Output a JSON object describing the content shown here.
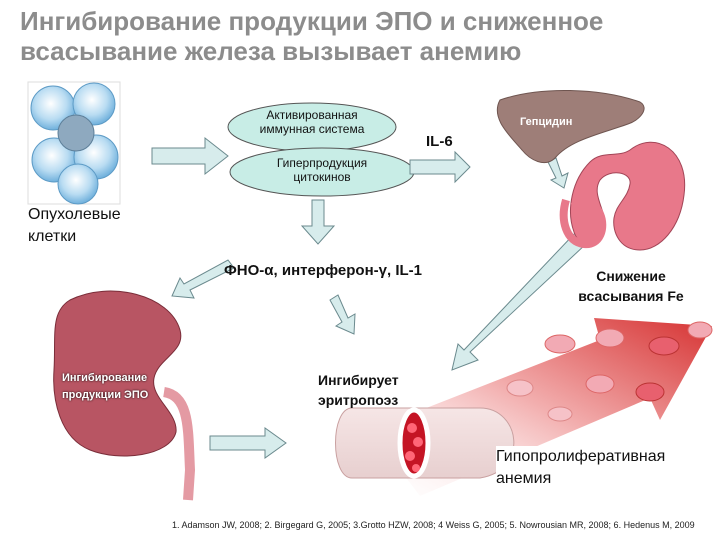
{
  "title": "Ингибирование продукции ЭПО и сниженное всасывание железа вызывает анемию",
  "labels": {
    "immune_system": "Активированная иммунная система",
    "cytokine_overproduction": "Гиперпродукция цитокинов",
    "il6": "IL-6",
    "hepcidin": "Гепцидин",
    "tumor_cells": "Опухолевые клетки",
    "cytokines_list": "ФНО-α, интерферон-γ, IL-1",
    "fe_absorption": "Снижение всасывания Fe",
    "epo_inhibition": "Ингибирование продукции ЭПО",
    "erythropoiesis": "Ингибирует эритропоэз",
    "anemia": "Гипопролиферативная анемия"
  },
  "references": "1. Adamson JW, 2008; 2. Birgegard G, 2005;  3.Grotto HZW, 2008; 4 Weiss G, 2005; 5. Nowrousian MR, 2008; 6. Hedenus M, 2009",
  "colors": {
    "ellipse_fill": "#c8ede6",
    "arrow_fill": "#d7ecec",
    "arrow_stroke": "#6b8a8e",
    "liver": "#9e7e78",
    "stomach": "#e8788a",
    "kidney": "#b85563",
    "blood_red": "#c41424",
    "cell_pink": "#f2aab4"
  }
}
